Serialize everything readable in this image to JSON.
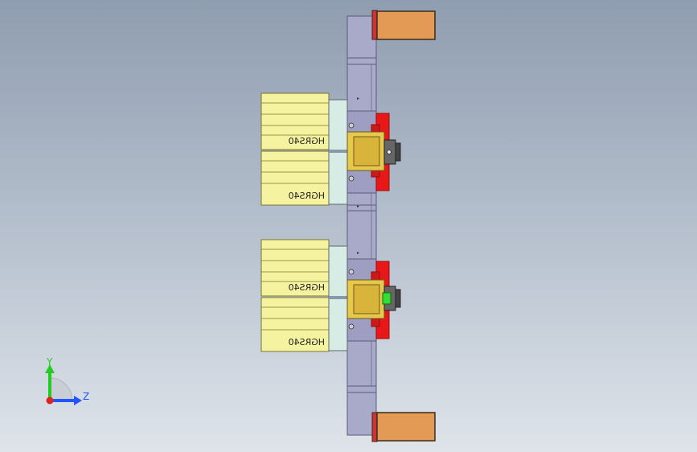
{
  "viewport": {
    "triad": {
      "y_label": "Y",
      "z_label": "Z",
      "y_color": "#22cc22",
      "z_color": "#2255ff",
      "x_color": "#dd2222"
    }
  },
  "model": {
    "block_label": "HGRS40",
    "colors": {
      "plate": "#a9a9c9",
      "plate_edge": "#5a5a7a",
      "cylinder": "#f6f3a0",
      "cylinder_edge": "#7a7630",
      "rod_block": "#d8ece6",
      "clamp_red": "#e81818",
      "clamp_red_dark": "#9a0a0a",
      "jaw_yellow": "#e8c84a",
      "end_block": "#e39a55",
      "end_block_edge": "#3a2a1a",
      "green_part": "#33dd33"
    }
  }
}
